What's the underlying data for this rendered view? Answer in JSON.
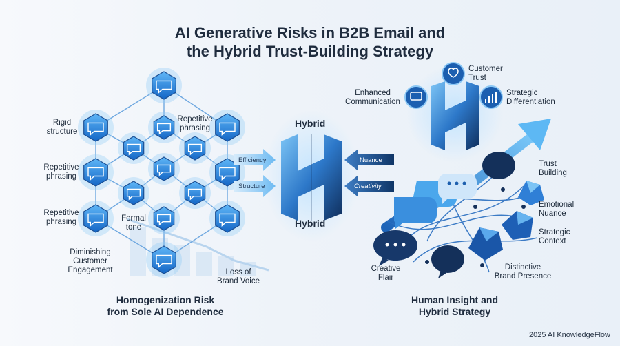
{
  "title": {
    "line1": "AI Generative Risks in B2B Email and",
    "line2": "the Hybrid Trust-Building Strategy"
  },
  "left": {
    "labels": {
      "rigid": [
        "Rigid",
        "structure"
      ],
      "rep_top": [
        "Repetitive",
        "phrasing"
      ],
      "rep_mid": [
        "Repetitive",
        "phrasing"
      ],
      "rep_low": [
        "Repetitive",
        "phrasing"
      ],
      "formal": [
        "Formal",
        "tone"
      ],
      "diminishing": [
        "Diminishing",
        "Customer",
        "Engagement"
      ],
      "loss": [
        "Loss of",
        "Brand Voice"
      ]
    },
    "caption": [
      "Homogenization Risk",
      "from Sole AI Dependence"
    ]
  },
  "center": {
    "hybrid_top": "Hybrid",
    "hybrid_bottom": "Hybrid",
    "arrows_in_left": [
      "Efficiency",
      "Structure"
    ],
    "arrows_in_right": [
      "Nuance",
      "Creativity"
    ]
  },
  "right": {
    "top_labels": {
      "customer_trust": [
        "Customer",
        "Trust"
      ],
      "enhanced": [
        "Enhanced",
        "Communication"
      ],
      "strategic_diff": [
        "Strategic",
        "Differentiation"
      ]
    },
    "side_labels": {
      "trust_building": [
        "Trust",
        "Building"
      ],
      "emotional": [
        "Emotional",
        "Nuance"
      ],
      "strategic_context": [
        "Strategic",
        "Context"
      ],
      "distinctive": [
        "Distinctive",
        "Brand Presence"
      ],
      "creative": [
        "Creative",
        "Flair"
      ]
    },
    "caption": [
      "Human Insight and",
      "Hybrid Strategy"
    ]
  },
  "footer": "2025 AI KnowledgeFlow",
  "colors": {
    "primary": "#1e88e5",
    "navy": "#14305a",
    "light": "#5fb3f5"
  },
  "icons": [
    "speech-bubble-icon",
    "heart-hand-icon",
    "chat-icon",
    "growth-chart-icon"
  ]
}
